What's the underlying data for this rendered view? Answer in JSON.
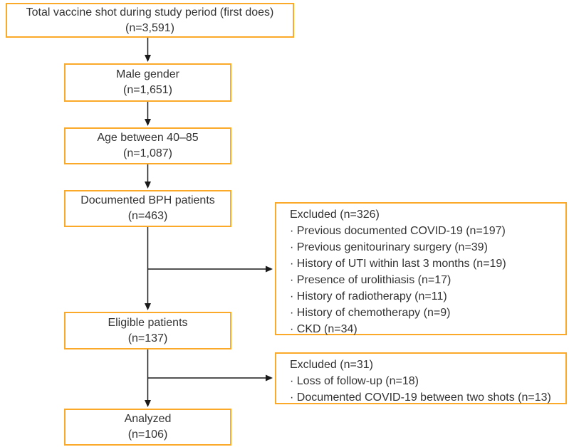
{
  "figure": {
    "type": "patient-selection-flow-diagram",
    "accent_color": "#FAAA28",
    "text_color": "#333333",
    "arrow_color": "#1A1A1A",
    "flow": [
      {
        "label": "Total vaccine shot during study period (first does)",
        "n": "(n=3,591)"
      },
      {
        "label": "Male gender",
        "n": "(n=1,651)"
      },
      {
        "label": "Age between 40–85",
        "n": "(n=1,087)"
      },
      {
        "label": "Documented BPH patients",
        "n": "(n=463)"
      },
      {
        "label": "Eligible patients",
        "n": "(n=137)"
      },
      {
        "label": "Analyzed",
        "n": "(n=106)"
      }
    ],
    "exclusions": [
      {
        "title": "Excluded (n=326)",
        "items": [
          "· Previous documented COVID-19 (n=197)",
          "· Previous genitourinary surgery (n=39)",
          "· History of UTI within last 3 months (n=19)",
          "· Presence of urolithiasis (n=17)",
          "· History of radiotherapy (n=11)",
          "· History of chemotherapy (n=9)",
          "· CKD (n=34)"
        ]
      },
      {
        "title": "Excluded (n=31)",
        "items": [
          "· Loss of follow-up (n=18)",
          "· Documented COVID-19 between two shots (n=13)"
        ]
      }
    ]
  }
}
